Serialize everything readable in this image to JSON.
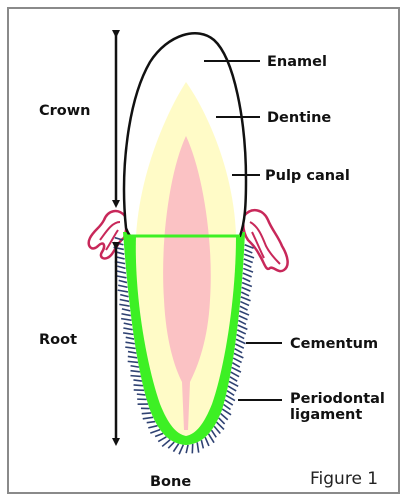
{
  "diagram": {
    "labels": {
      "enamel": "Enamel",
      "dentine": "Dentine",
      "pulp_canal": "Pulp canal",
      "crown": "Crown",
      "root": "Root",
      "cementum": "Cementum",
      "periodontal_1": "Periodontal",
      "periodontal_2": "ligament",
      "bone": "Bone"
    },
    "figure_caption": "Figure 1"
  },
  "colors": {
    "enamel": "#ffffff",
    "dentine": "#fffbc7",
    "pulp": "#fbc2c4",
    "cementum": "#3df024",
    "ligament": "#2f4272",
    "gum": "#c8285a",
    "outline": "#111111",
    "frame": "#8a8a8a"
  }
}
